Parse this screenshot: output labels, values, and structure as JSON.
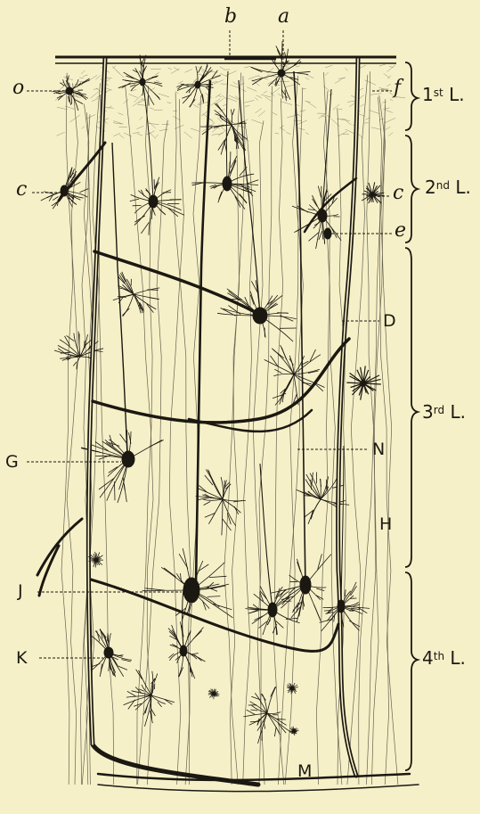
{
  "figure": {
    "ink": "#1b1812",
    "paper": "#f6f0c8"
  },
  "labels": {
    "b": "b",
    "a": "a",
    "o": "o",
    "f": "f",
    "c_left": "c",
    "c_right": "c",
    "e": "e",
    "D": "D",
    "G": "G",
    "N": "N",
    "H": "H",
    "J": "J",
    "K": "K",
    "M": "M"
  },
  "layers": {
    "first": {
      "num": "1",
      "sup": "st",
      "suffix": "L."
    },
    "second": {
      "num": "2",
      "sup": "nd",
      "suffix": "L."
    },
    "third": {
      "num": "3",
      "sup": "rd",
      "suffix": "L."
    },
    "fourth": {
      "num": "4",
      "sup": "th",
      "suffix": "L."
    }
  }
}
